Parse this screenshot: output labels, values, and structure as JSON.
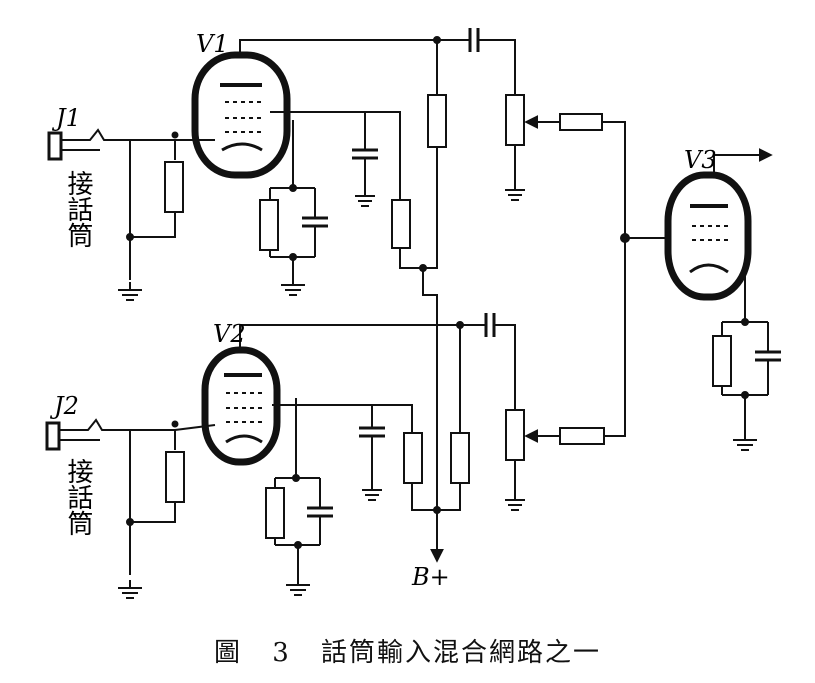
{
  "labels": {
    "v1": "V1",
    "v2": "V2",
    "v3": "V3",
    "j1": "J1",
    "j2": "J2",
    "jack1": "接話筒",
    "jack2": "接話筒",
    "bplus": "B+"
  },
  "caption": {
    "fig": "圖",
    "num": "3",
    "title": "話筒輸入混合網路之一"
  },
  "colors": {
    "ink": "#111111",
    "background": "#ffffff"
  }
}
